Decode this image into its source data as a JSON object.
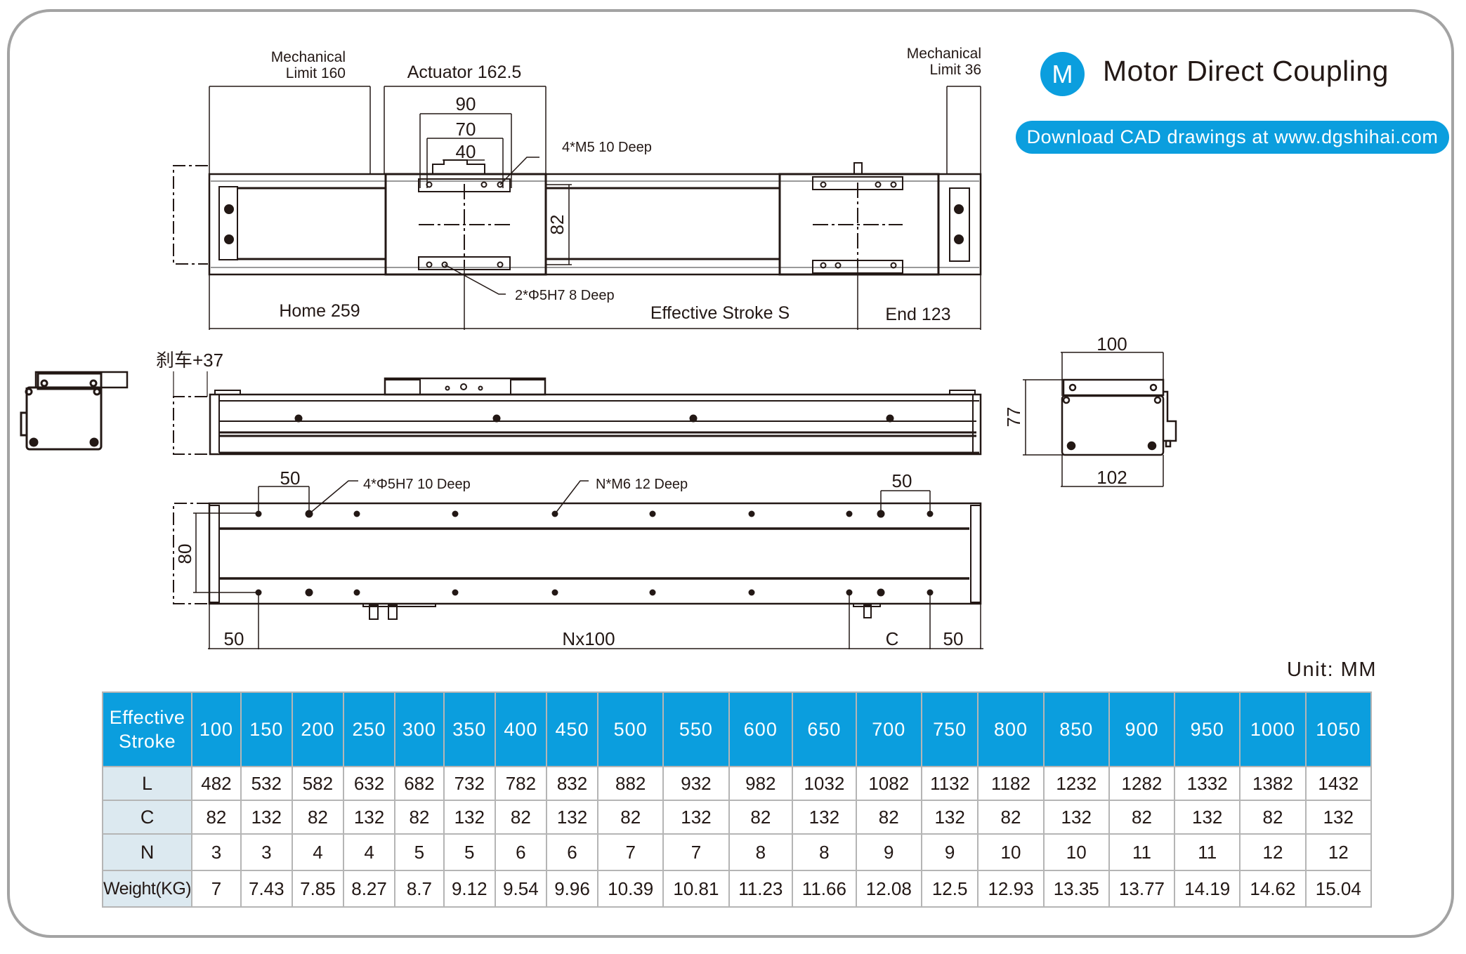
{
  "header": {
    "badge_letter": "M",
    "title": "Motor Direct Coupling",
    "download_text": "Download CAD drawings at www.dgshihai.com",
    "accent_color": "#0b9ede"
  },
  "top_view": {
    "mech_limit_left": [
      "Mechanical",
      "Limit 160"
    ],
    "actuator": "Actuator 162.5",
    "mech_limit_right": [
      "Mechanical",
      "Limit 36"
    ],
    "dim_90": "90",
    "dim_70": "70",
    "dim_40": "40",
    "dim_82": "82",
    "callout_m5": "4*M5 10 Deep",
    "callout_phi5": "2*Φ5H7 8 Deep",
    "home": "Home 259",
    "effective_stroke": "Effective Stroke S",
    "end": "End 123"
  },
  "side_view": {
    "brake_label": "刹车+37"
  },
  "end_view": {
    "dim_100": "100",
    "dim_77": "77",
    "dim_102": "102"
  },
  "bottom_view": {
    "dim_50_top_left": "50",
    "dim_50_top_right": "50",
    "callout_phi5": "4*Φ5H7  10 Deep",
    "callout_m6": "N*M6  12 Deep",
    "dim_80": "80",
    "dim_50_bottom_left": "50",
    "dim_nx100": "Nx100",
    "dim_c": "C",
    "dim_50_bottom_right": "50"
  },
  "unit_label": "Unit: MM",
  "spec_table": {
    "row_header_title": [
      "Effective",
      "Stroke"
    ],
    "strokes": [
      "100",
      "150",
      "200",
      "250",
      "300",
      "350",
      "400",
      "450",
      "500",
      "550",
      "600",
      "650",
      "700",
      "750",
      "800",
      "850",
      "900",
      "950",
      "1000",
      "1050"
    ],
    "rows": [
      {
        "label": "L",
        "values": [
          "482",
          "532",
          "582",
          "632",
          "682",
          "732",
          "782",
          "832",
          "882",
          "932",
          "982",
          "1032",
          "1082",
          "1132",
          "1182",
          "1232",
          "1282",
          "1332",
          "1382",
          "1432"
        ]
      },
      {
        "label": "C",
        "values": [
          "82",
          "132",
          "82",
          "132",
          "82",
          "132",
          "82",
          "132",
          "82",
          "132",
          "82",
          "132",
          "82",
          "132",
          "82",
          "132",
          "82",
          "132",
          "82",
          "132"
        ]
      },
      {
        "label": "N",
        "values": [
          "3",
          "3",
          "4",
          "4",
          "5",
          "5",
          "6",
          "6",
          "7",
          "7",
          "8",
          "8",
          "9",
          "9",
          "10",
          "10",
          "11",
          "11",
          "12",
          "12"
        ]
      },
      {
        "label": "Weight(KG)",
        "values": [
          "7",
          "7.43",
          "7.85",
          "8.27",
          "8.7",
          "9.12",
          "9.54",
          "9.96",
          "10.39",
          "10.81",
          "11.23",
          "11.66",
          "12.08",
          "12.5",
          "12.93",
          "13.35",
          "13.77",
          "14.19",
          "14.62",
          "15.04"
        ]
      }
    ]
  }
}
